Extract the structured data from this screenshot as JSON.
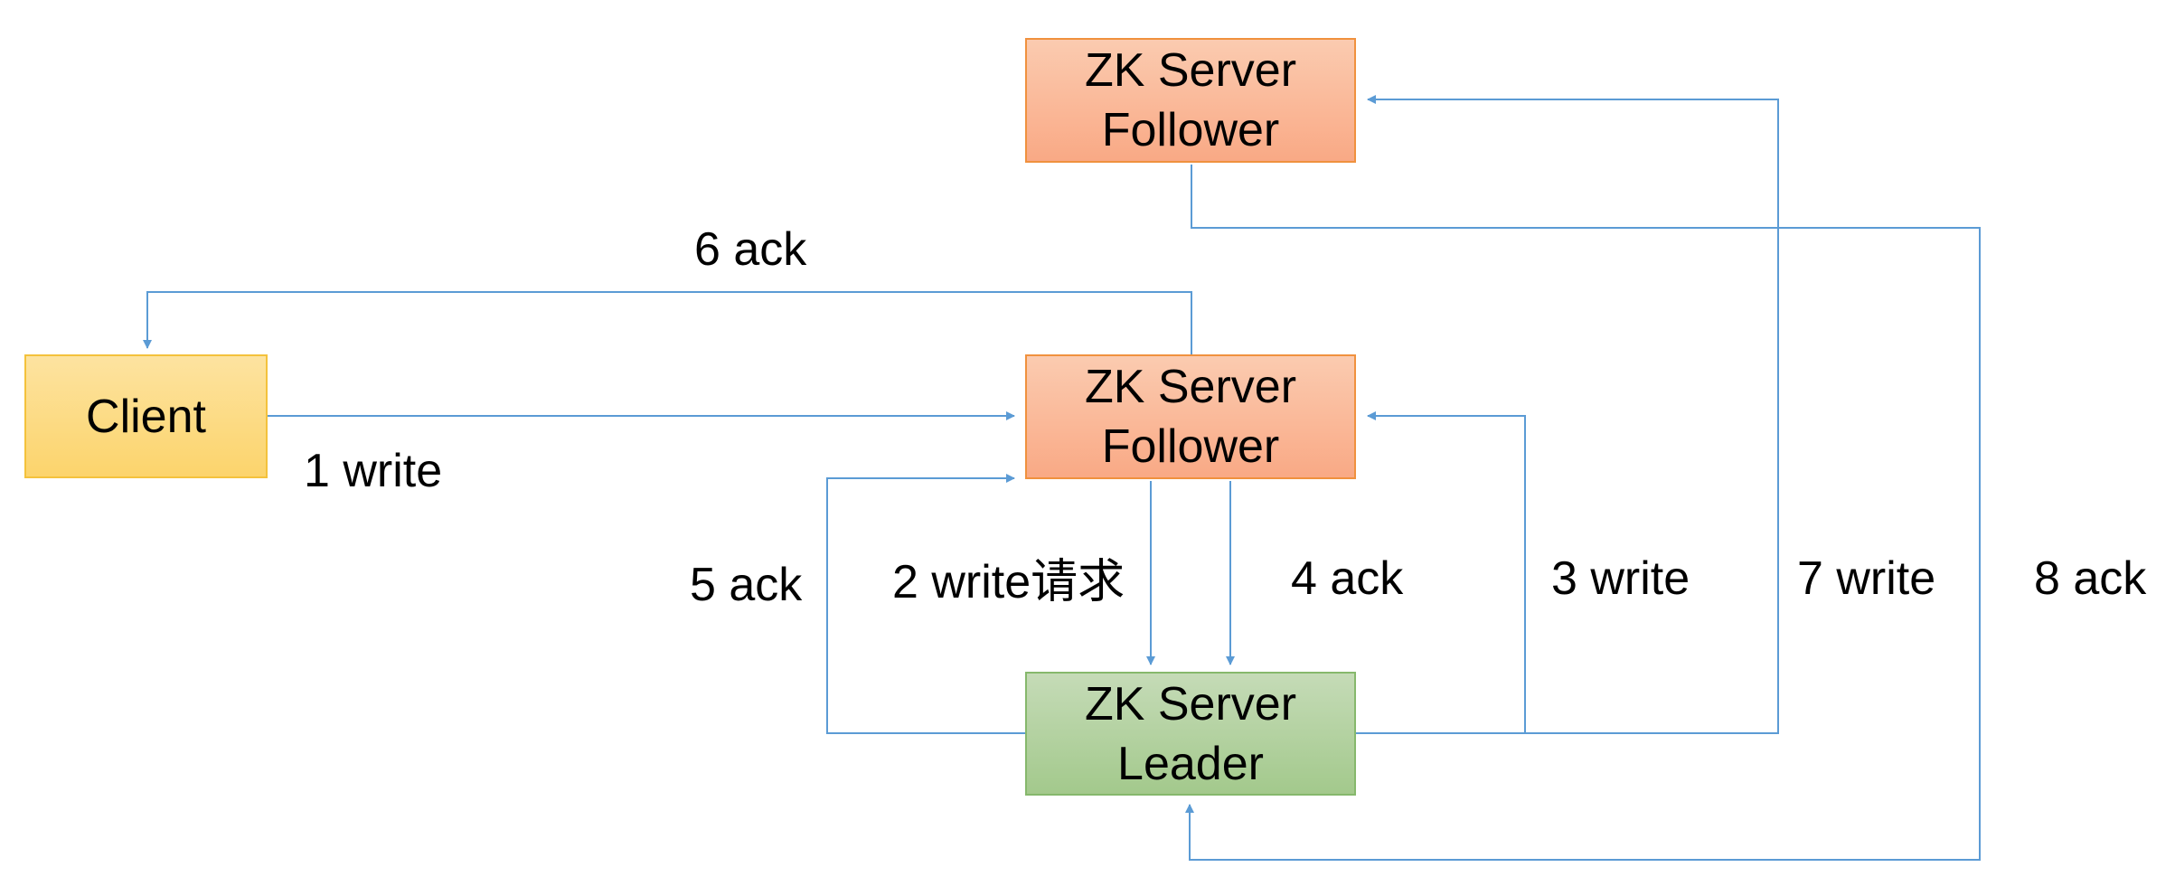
{
  "nodes": {
    "follower_top": {
      "line1": "ZK Server",
      "line2": "Follower"
    },
    "follower_mid": {
      "line1": "ZK Server",
      "line2": "Follower"
    },
    "leader": {
      "line1": "ZK Server",
      "line2": "Leader"
    },
    "client": {
      "label": "Client"
    }
  },
  "edges": [
    {
      "step": 1,
      "label": "1 write"
    },
    {
      "step": 2,
      "label": "2 write请求"
    },
    {
      "step": 3,
      "label": "3 write"
    },
    {
      "step": 4,
      "label": "4 ack"
    },
    {
      "step": 5,
      "label": "5 ack"
    },
    {
      "step": 6,
      "label": "6 ack"
    },
    {
      "step": 7,
      "label": "7 write"
    },
    {
      "step": 8,
      "label": "8 ack"
    }
  ],
  "colors": {
    "arrow": "#5b9bd5",
    "follower_fill": "#f9b294",
    "follower_border": "#f0913e",
    "leader_fill": "#b0d19e",
    "leader_border": "#86b86c",
    "client_fill": "#fdd983",
    "client_border": "#f4c23c"
  }
}
